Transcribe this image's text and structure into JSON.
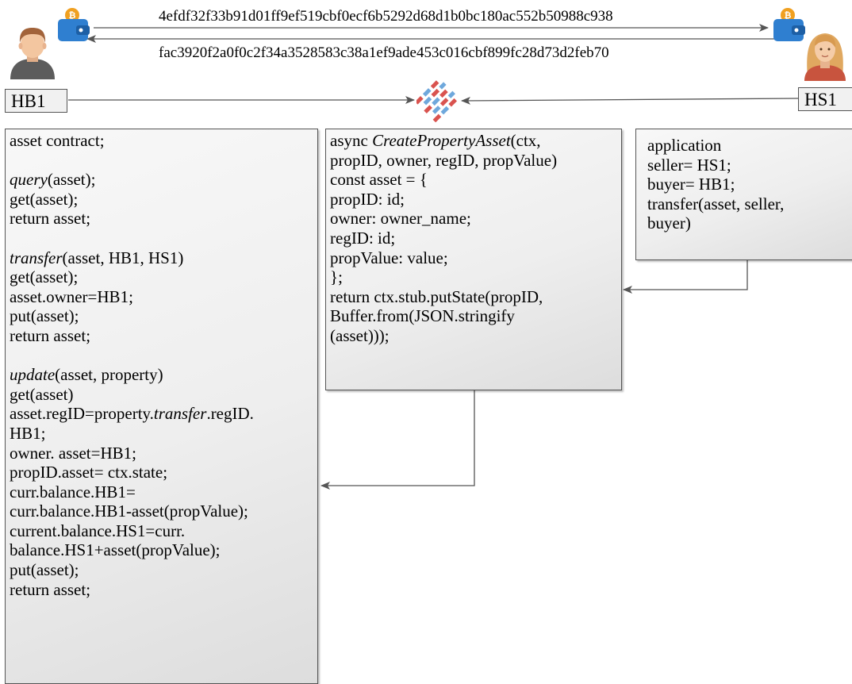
{
  "hashes": {
    "forward": "4efdf32f33b91d01ff9ef519cbf0ecf6b5292d68d1b0bc180ac552b50988c938",
    "backward": "fac3920f2a0f0c2f34a3528583c38a1ef9ade453c016cbf899fc28d73d2feb70"
  },
  "nodes": {
    "buyer_label": "HB1",
    "seller_label": "HS1"
  },
  "contract_panel": {
    "lines": [
      "asset contract;",
      "",
      "query(asset);",
      "get(asset);",
      "return asset;",
      "",
      "transfer(asset, HB1, HS1)",
      "get(asset);",
      "asset.owner=HB1;",
      "put(asset);",
      "return asset;",
      "",
      "update(asset, property)",
      "get(asset)",
      "asset.regID=property.transfer.regID.",
      "HB1;",
      "owner. asset=HB1;",
      "propID.asset= ctx.state;",
      "curr.balance.HB1=",
      "curr.balance.HB1-asset(propValue);",
      "current.balance.HS1=curr.",
      "balance.HS1+asset(propValue);",
      "put(asset);",
      "return asset;"
    ],
    "italic_keywords": [
      "query",
      "transfer",
      "update"
    ]
  },
  "create_panel": {
    "lines": [
      "async CreatePropertyAsset(ctx,",
      "propID, owner, regID, propValue)",
      "const asset = {",
      "propID: id;",
      "owner: owner_name;",
      "regID: id;",
      "propValue: value;",
      "};",
      "return ctx.stub.putState(propID,",
      "Buffer.from(JSON.stringify",
      "(asset)));"
    ],
    "italic_keywords": [
      "CreatePropertyAsset"
    ]
  },
  "application_panel": {
    "lines": [
      "application",
      "seller= HS1;",
      "buyer= HB1;",
      "transfer(asset, seller,",
      "buyer)"
    ]
  },
  "icons": {
    "buyer_avatar": "male-user-icon",
    "seller_avatar": "female-user-icon",
    "buyer_wallet": "bitcoin-wallet-icon",
    "seller_wallet": "bitcoin-wallet-icon",
    "network": "hyperledger-fabric-icon"
  },
  "colors": {
    "wallet_blue": "#2f7fd0",
    "coin_orange": "#f0a020",
    "fabric_red": "#d9534f",
    "fabric_blue": "#6fa8dc"
  }
}
